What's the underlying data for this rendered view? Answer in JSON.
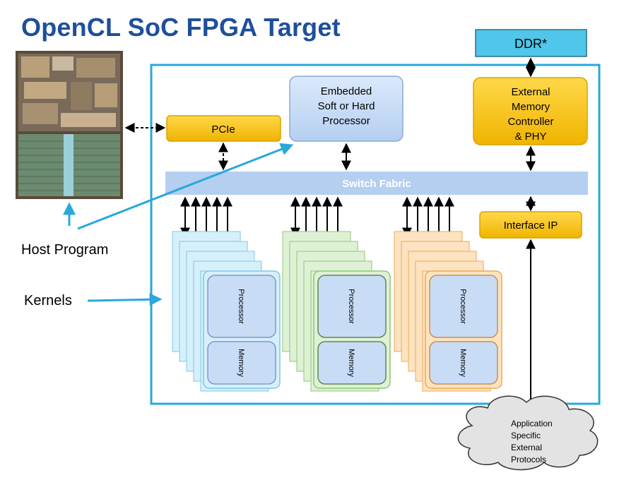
{
  "title": "OpenCL SoC FPGA Target",
  "blocks": {
    "ddr": "DDR*",
    "pcie": "PCIe",
    "embedded_processor": [
      "Embedded",
      "Soft or Hard",
      "Processor"
    ],
    "memory_controller": [
      "External",
      "Memory",
      "Controller",
      "& PHY"
    ],
    "switch_fabric": "Switch Fabric",
    "interface_ip": "Interface IP",
    "application_cloud": [
      "Application",
      "Specific",
      "External",
      "Protocols"
    ]
  },
  "kernel_labels": {
    "processor": "Processor",
    "memory": "Memory"
  },
  "side_labels": {
    "host_program": "Host Program",
    "kernels": "Kernels"
  },
  "colors": {
    "title": "#1e4f9c",
    "fpga_border": "#2aa7dc",
    "gold_block": "#f6c300",
    "light_blue_block": "#c8dcf6",
    "ddr_block": "#4fc6ea",
    "switch_fabric": "#b4cff0",
    "kernel_blue": "#bfe6f7",
    "kernel_green": "#cfeac3",
    "kernel_orange": "#fbd6a6"
  }
}
